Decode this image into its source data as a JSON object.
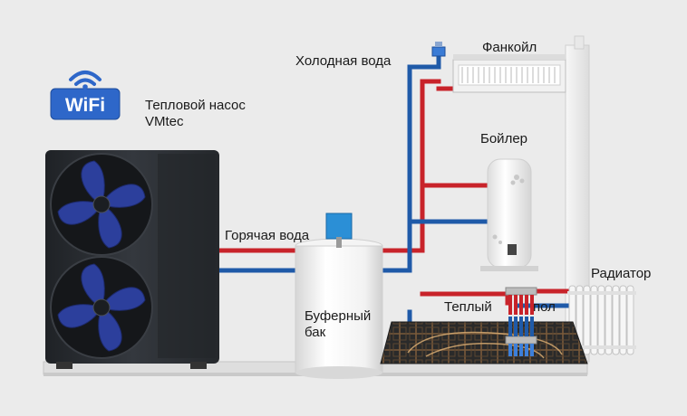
{
  "wifi": {
    "text": "WiFi"
  },
  "labels": {
    "heat_pump": {
      "line1": "Тепловой насос",
      "line2": "VMtec"
    },
    "cold_water": "Холодная вода",
    "fancoil": "Фанкойл",
    "boiler": "Бойлер",
    "hot_water": "Горячая вода",
    "radiator": "Радиатор",
    "underfloor_1": "Теплый",
    "underfloor_2": "пол",
    "buffer_tank": {
      "line1": "Буферный",
      "line2": "бак"
    }
  },
  "colors": {
    "hot_pipe": "#c8232a",
    "cold_pipe": "#1f5aa8",
    "wifi_badge": "#2e67c9",
    "heat_pump_body": "#2b2e33",
    "fan_blade": "#2c3f9c"
  }
}
